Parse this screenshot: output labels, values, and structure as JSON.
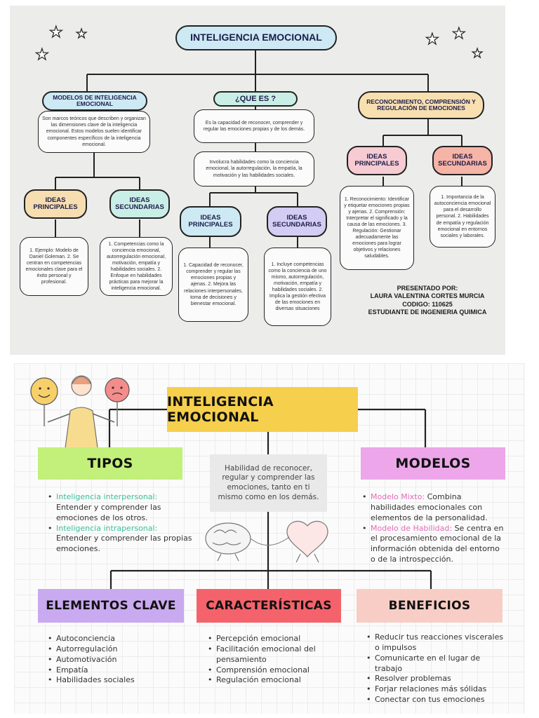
{
  "map1": {
    "title": "INTELIGENCIA EMOCIONAL",
    "modelos": {
      "title": "MODELOS DE INTELIGENCIA EMOCIONAL",
      "desc": "Son marcos teóricos que describen y organizan las dimensiones clave de la inteligencia emocional. Estos modelos suelen identificar componentes específicos de la inteligencia emocional.",
      "principales_label": "IDEAS PRINCIPALES",
      "secundarias_label": "IDEAS SECUNDARIAS",
      "principales_text": "1. Ejemplo: Modelo de Daniel Goleman. 2. Se centran en competencias emocionales clave para el éxito personal y profesional.",
      "secundarias_text": "1. Competencias como la conciencia emocional, autorregulación emocional, motivación, empatía y habilidades sociales. 2. Enfoque en habilidades prácticas para mejorar la inteligencia emocional."
    },
    "quees": {
      "title": "¿QUE ES ?",
      "desc": "Es la capacidad de reconocer, comprender y regular las emociones propias y de los demás.",
      "desc2": "Involucra habilidades como la conciencia emocional, la autorregulación, la empatía, la motivación y las habilidades sociales.",
      "principales_label": "IDEAS PRINCIPALES",
      "secundarias_label": "IDEAS SECUNDARIAS",
      "principales_text": "1. Capacidad de reconocer, comprender y regular las emociones propias y ajenas. 2. Mejora las relaciones interpersonales, toma de decisiones y bienestar emocional.",
      "secundarias_text": "1. Incluye competencias como la conciencia de uno mismo, autorregulación, motivación, empatía y habilidades sociales. 2. Implica la gestión efectiva de las emociones en diversas situaciones"
    },
    "reconocimiento": {
      "title": "RECONOCIMIENTO, COMPRENSIÓN Y REGULACIÓN DE EMOCIONES",
      "principales_label": "IDEAS PRINCIPALES",
      "secundarias_label": "IDEAS SECUNDARIAS",
      "principales_text": "1. Reconocimiento: Identificar y etiquetar emociones propias y ajenas. 2. Comprensión: Interpretar el significado y la causa de las emociones. 3. Regulación: Gestionar adecuadamente las emociones para lograr objetivos y relaciones saludables.",
      "secundarias_text": "1. Importancia de la autoconciencia emocional para el desarrollo personal. 2. Habilidades de empatía y regulación emocional en entornos sociales y laborales."
    },
    "presented": {
      "line1": "PRESENTADO POR:",
      "line2": "LAURA VALENTINA CORTES MURCIA",
      "line3": "CODIGO: 110625",
      "line4": "ESTUDIANTE DE INGENIERIA QUIMICA"
    },
    "colors": {
      "blue": "#cde9f4",
      "peach": "#f6deb0",
      "teal": "#c9eee6",
      "pink": "#f6cbd2",
      "lilac": "#d3cdf3",
      "salmon": "#f6b4a6",
      "orange": "#f8dfb0"
    }
  },
  "map2": {
    "title": "INTELIGENCIA EMOCIONAL",
    "center": "Habilidad de reconocer, regular y comprender las emociones, tanto en ti mismo como en los demás.",
    "tipos": {
      "label": "TIPOS",
      "items": [
        {
          "term": "Inteligencia interpersonal:",
          "text": "Entender y comprender las emociones de los otros."
        },
        {
          "term": "Inteligencia intrapersonal:",
          "text": "Entender y comprender las propias emociones."
        }
      ]
    },
    "modelos": {
      "label": "MODELOS",
      "items": [
        {
          "term": "Modelo Mixto:",
          "text": "Combina habilidades emocionales con elementos de la personalidad."
        },
        {
          "term": "Modelo de Habilidad:",
          "text": "Se centra en el procesamiento emocional de la información obtenida del entorno o de la introspección."
        }
      ]
    },
    "elementos": {
      "label": "ELEMENTOS CLAVE",
      "items": [
        "Autoconciencia",
        "Autorregulación",
        "Automotivación",
        "Empatía",
        "Habilidades sociales"
      ]
    },
    "caracteristicas": {
      "label": "CARACTERÍSTICAS",
      "items": [
        "Percepción emocional",
        "Facilitación emocional del pensamiento",
        "Comprensión emocional",
        "Regulación emocional"
      ]
    },
    "beneficios": {
      "label": "BENEFICIOS",
      "items": [
        "Reducir tus reacciones viscerales o impulsos",
        "Comunicarte en el lugar de trabajo",
        "Resolver problemas",
        "Forjar relaciones más sólidas",
        "Conectar con tus emociones"
      ]
    },
    "colors": {
      "yellow": "#f6cf4c",
      "green": "#c2f07a",
      "violet": "#eda6ea",
      "purple": "#c9a9ef",
      "red": "#f4636b",
      "rose": "#f8cdc5",
      "teal_text": "#3bbf9a",
      "pink_text": "#e36bb8"
    }
  }
}
